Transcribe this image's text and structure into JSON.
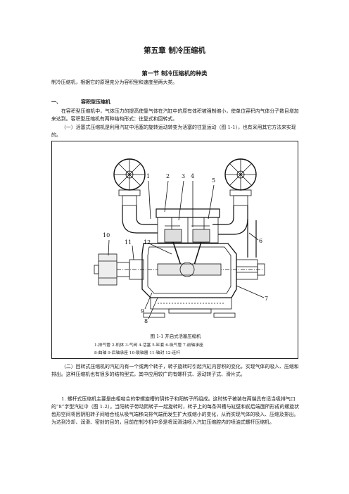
{
  "chapter_title": "第五章  制冷压缩机",
  "section_title": "第一节  制冷压缩机的种类",
  "intro": "制冷压缩机，根据它的原理克分为容积型和速度型两大类。",
  "heading1": {
    "number": "一、",
    "title": "容积型压缩机"
  },
  "para1": "在容积型压缩机中，气体压力的提高使靠气体在汽缸中的原有体积被强制缩小，使单位容积内气体分子数目增加来达到。容积型压缩机有两种结构形式：往复式和回转式。",
  "para2": "（一）活塞式压缩机是利用汽缸中活塞的旋转运动转变为活塞的往复运动（图 1-1），也有采用其它方法来实现的。",
  "figure": {
    "caption": "图 1-1   开启式活塞压缩机",
    "legend_line1": "1-排气管  2-机体  3-气阀  4-活塞  5-缸套  6-吸气管  7-前轴承座",
    "legend_line2": "8-曲轴  9-后轴承座  10-联轴器  11-轴封  12-连杆",
    "labels": [
      "1",
      "2",
      "3",
      "4",
      "5",
      "6",
      "7",
      "8",
      "9",
      "10",
      "11",
      "12"
    ]
  },
  "para3": "（二）回转式压缩机的汽缸内有一个或两个转子，转子旋转时引起汽缸内容积的变化，实现气体的吸入、压缩和排出。这种压缩机也有很多的结构型式，其中应用较广的有螺杆式、滚动转子式、滑片式。",
  "para4": "1. 螺杆式压缩机主要是由相啮合的带螺旋槽的阴转子和阳转子所组成。这时转子被装在两端具有适当吸排气口的“8”字型汽缸中（图 1-2）。当阳转子带动阴转子一起旋转时，转子上的每条凹槽与缸壁和前后端面所形成的螺旋状齿形空间将因阴阳转子间啮合线从吸气端移向排气端而发生扩大或缩小的变化，从而实现气体的吸入、压缩及排出。为达到冷却、润滑、密封的目的，目前在制冷机中多是将润滑油喷入汽缸压缩腔内的喷油式螺杆压缩机。"
}
